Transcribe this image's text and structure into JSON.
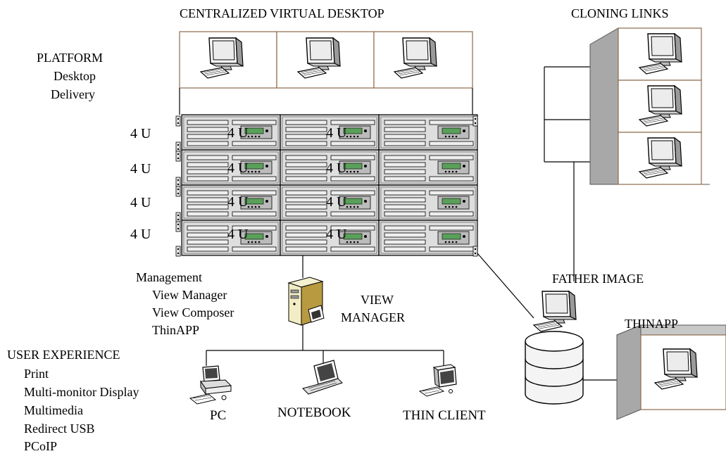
{
  "titles": {
    "top": "CENTRALIZED VIRTUAL DESKTOP",
    "cloning": "CLONING LINKS",
    "father": "FATHER IMAGE",
    "thinapp": "THINAPP",
    "view_manager_line1": "VIEW",
    "view_manager_line2": "MANAGER"
  },
  "platform": [
    "PLATFORM",
    "Desktop",
    "Delivery"
  ],
  "rack": {
    "unit_label": "4 U",
    "unit_mark": "4 U",
    "rows": 4,
    "columns": 3
  },
  "management": {
    "heading": "Management",
    "items": [
      "View Manager",
      "View Composer",
      "ThinAPP"
    ]
  },
  "user_experience": {
    "heading": "USER EXPERIENCE",
    "items": [
      "Print",
      "Multi-monitor Display",
      "Multimedia",
      "Redirect USB",
      "PCoIP"
    ]
  },
  "clients": {
    "pc": "PC",
    "notebook": "NOTEBOOK",
    "thin_client": "THIN CLIENT"
  },
  "icons": [
    "monitor-icon",
    "keyboard-icon",
    "server-rack-icon",
    "tower-server-icon",
    "pc-icon",
    "notebook-icon",
    "thin-client-icon",
    "database-icon",
    "clone-box-icon"
  ],
  "colors": {
    "box_border": "#8b6a4c",
    "rack": "#c8c8c8",
    "lcd": "#5aa05a",
    "box_side": "#a8a8a8"
  }
}
